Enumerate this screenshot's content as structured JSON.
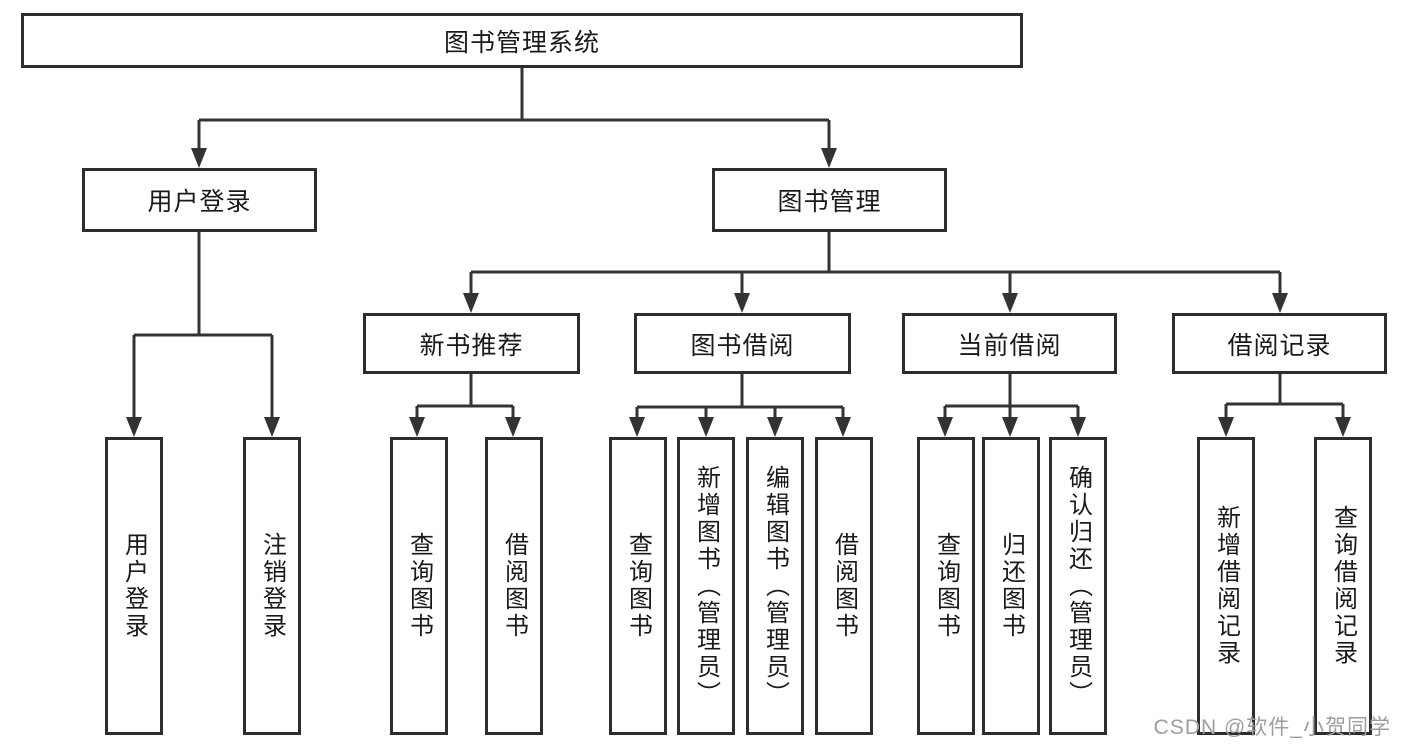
{
  "tree": {
    "root_label": "图书管理系统",
    "branches": [
      {
        "label": "用户登录",
        "children": [
          {
            "label": "用户登录"
          },
          {
            "label": "注销登录"
          }
        ]
      },
      {
        "label": "图书管理",
        "children": [
          {
            "label": "新书推荐",
            "children": [
              {
                "label": "查询图书"
              },
              {
                "label": "借阅图书"
              }
            ]
          },
          {
            "label": "图书借阅",
            "children": [
              {
                "label": "查询图书"
              },
              {
                "label": "新增图书（管理员）"
              },
              {
                "label": "编辑图书（管理员）"
              },
              {
                "label": "借阅图书"
              }
            ]
          },
          {
            "label": "当前借阅",
            "children": [
              {
                "label": "查询图书"
              },
              {
                "label": "归还图书"
              },
              {
                "label": "确认归还（管理员）"
              }
            ]
          },
          {
            "label": "借阅记录",
            "children": [
              {
                "label": "新增借阅记录"
              },
              {
                "label": "查询借阅记录"
              }
            ]
          }
        ]
      }
    ]
  },
  "colors": {
    "box_border": "#2d2d2d",
    "connector": "#333333",
    "text": "#1a1a1a",
    "watermark": "#9e9e9e",
    "background": "#ffffff"
  },
  "watermark": {
    "text": "CSDN @软件_小贺同学"
  }
}
